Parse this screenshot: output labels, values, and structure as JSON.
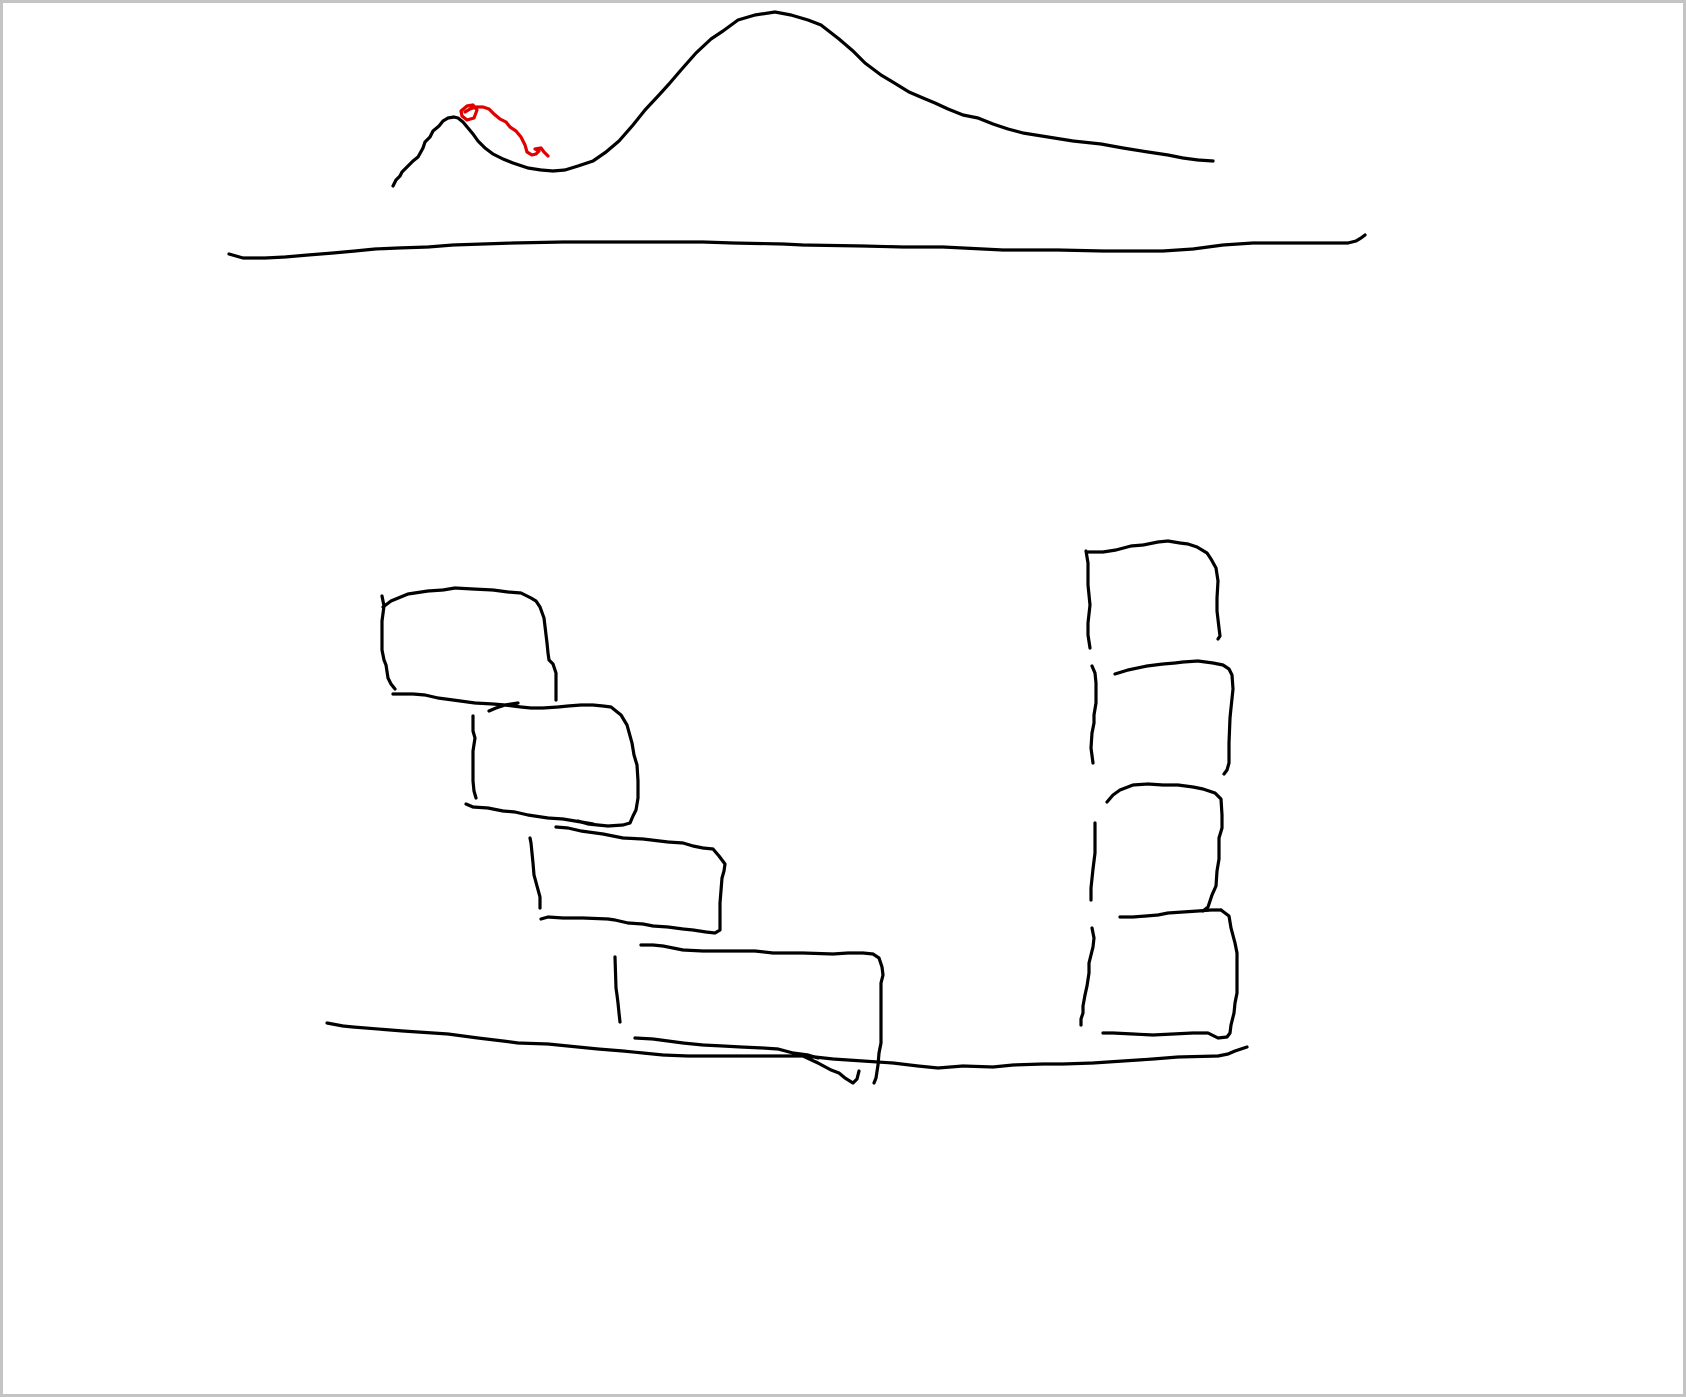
{
  "canvas": {
    "background_color": "#ffffff",
    "border_color": "#c4c4c4",
    "ink_color": "#000000",
    "highlight_color": "#e00000"
  },
  "strokes": [
    {
      "name": "hill-line",
      "color": "ink"
    },
    {
      "name": "red-scribble",
      "color": "highlight"
    },
    {
      "name": "upper-ground-line",
      "color": "ink"
    },
    {
      "name": "lower-ground-line",
      "color": "ink"
    },
    {
      "name": "stair-block-1",
      "color": "ink"
    },
    {
      "name": "stair-block-2",
      "color": "ink"
    },
    {
      "name": "stair-block-3",
      "color": "ink"
    },
    {
      "name": "stair-block-4",
      "color": "ink"
    },
    {
      "name": "tower-block-1",
      "color": "ink"
    },
    {
      "name": "tower-block-2",
      "color": "ink"
    },
    {
      "name": "tower-block-3",
      "color": "ink"
    },
    {
      "name": "tower-block-4",
      "color": "ink"
    }
  ]
}
